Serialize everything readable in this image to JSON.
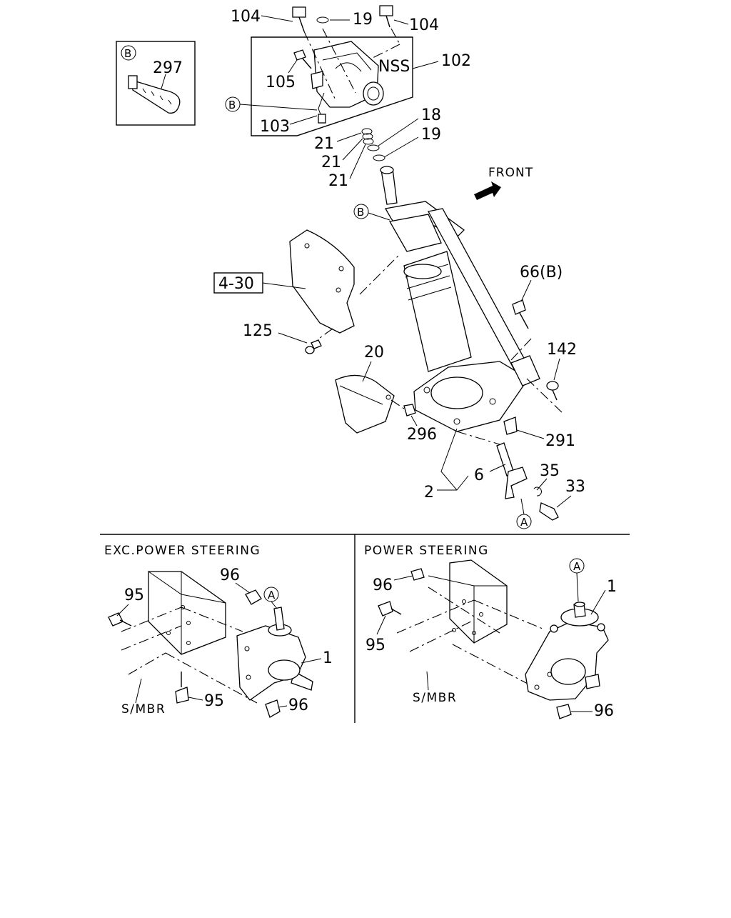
{
  "labels": {
    "c104a": "104",
    "c19a": "19",
    "c104b": "104",
    "c102": "102",
    "cNSS": "NSS",
    "c105": "105",
    "c103": "103",
    "c297": "297",
    "c18": "18",
    "c19b": "19",
    "c21a": "21",
    "c21b": "21",
    "c21c": "21",
    "c66": "66(B)",
    "c430": "4-30",
    "c125": "125",
    "c142": "142",
    "c20": "20",
    "c296": "296",
    "c291": "291",
    "c6": "6",
    "c35": "35",
    "c33": "33",
    "c2": "2",
    "l96a": "96",
    "l95a": "95",
    "l95b": "95",
    "l96b": "96",
    "l1": "1",
    "r96a": "96",
    "r95": "95",
    "r1": "1",
    "r96b": "96"
  },
  "markers": {
    "a": "A",
    "b": "B"
  },
  "front_label": "FRONT",
  "sections": {
    "left_title": "EXC.POWER STEERING",
    "right_title": "POWER STEERING",
    "frame_label": "S/MBR"
  }
}
